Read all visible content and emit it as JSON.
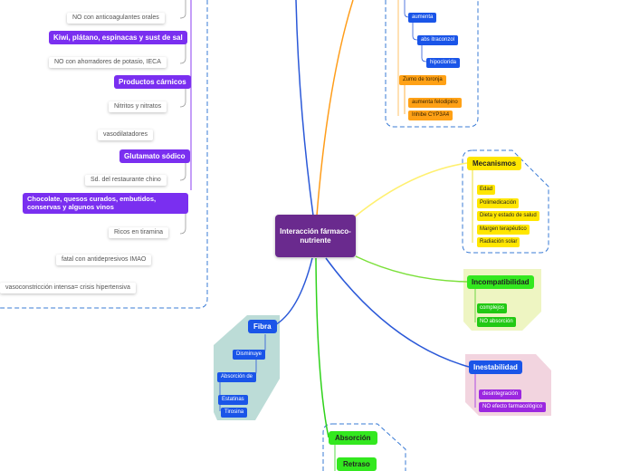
{
  "center": "Interacción fármaco-nutriente",
  "left_branch": {
    "items": [
      "NO con anticoagulantes orales",
      "Kiwi, plátano, espinacas y sust de sal",
      "NO con ahorradores de potasio, IECA",
      "Productos cárnicos",
      "Nitritos y nitratos",
      "vasodilatadores",
      "Glutamato sódico",
      "Sd. del restaurante chino",
      "Chocolate, quesos curados, embutidos, conservas y algunos vinos",
      "Ricos en tiramina",
      "fatal con antidepresivos IMAO",
      "vasoconstricción intensa= crisis hipertensiva"
    ]
  },
  "top_branch": {
    "items": [
      "aumenta",
      "abs itraconzol",
      "hipoclorida",
      "Zumo de toronja",
      "aumenta felodipino",
      "Inhibe CYP3A4"
    ]
  },
  "mecanismos": {
    "title": "Mecanismos",
    "items": [
      "Edad",
      "Polimedicación",
      "Dieta y estado de salud",
      "Margen terapéutico",
      "Radiación solar"
    ]
  },
  "incompatibilidad": {
    "title": "Incompatibilidad",
    "items": [
      "complejos",
      "NO absorción"
    ]
  },
  "inestabilidad": {
    "title": "Inestabilidad",
    "items": [
      "desintegración",
      "NO efecto farmacológico"
    ]
  },
  "fibra": {
    "title": "Fibra",
    "items": [
      "Disminuye",
      "Absorción de",
      "Estatinas",
      "Tirosina"
    ]
  },
  "absorcion": {
    "title": "Absorción",
    "items": [
      "Retraso"
    ]
  },
  "colors": {
    "central": "#6a2a8e",
    "purple": "#7a2ff0",
    "blue": "#1a55e8",
    "orange": "#ffa116",
    "yellow": "#ffe600",
    "green": "#33e81f",
    "violet": "#9b27e0",
    "boundary": "#3a7bd5"
  }
}
